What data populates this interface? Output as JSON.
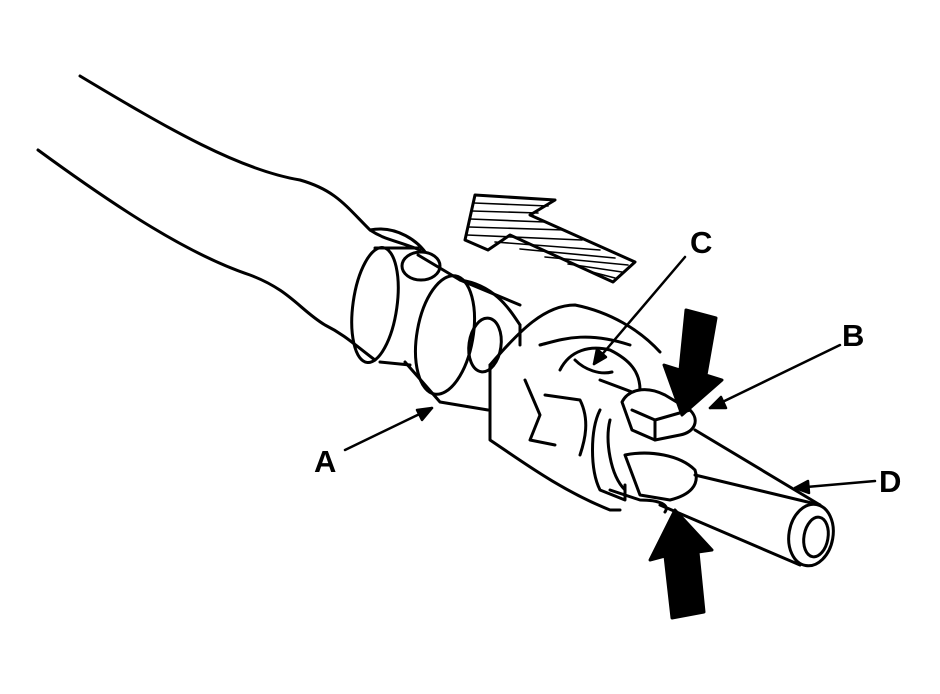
{
  "labels": {
    "a": "A",
    "b": "B",
    "c": "C",
    "d": "D"
  },
  "colors": {
    "ink": "#000000",
    "paper": "#ffffff"
  }
}
